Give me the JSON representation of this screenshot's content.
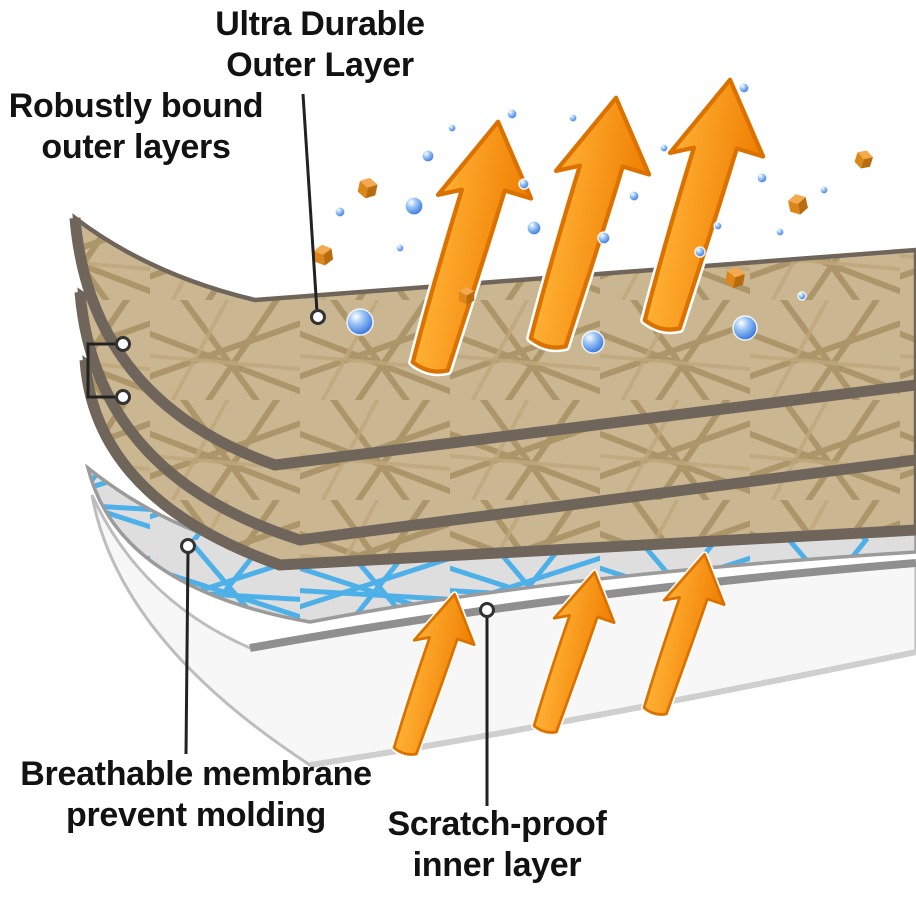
{
  "diagram": {
    "subject": "layered-fabric-cross-section",
    "background": "#ffffff"
  },
  "labels": {
    "outer_layer": "Ultra Durable\nOuter Layer",
    "bound_layers": "Robustly bound\nouter layers",
    "membrane": "Breathable membrane\nprevent molding",
    "inner_layer": "Scratch-proof\ninner layer"
  },
  "palette": {
    "fabric_tan": "#cbb692",
    "fabric_weave_dark": "#a88f63",
    "fabric_weave_light": "#bfa87c",
    "sheet_edge": "#6f655a",
    "membrane_base": "#dedede",
    "membrane_blue": "#45aee9",
    "inner_layer_white": "#f7f7f7",
    "inner_layer_edge": "#8f8f8f",
    "arrow_orange": "#f7941d",
    "arrow_orange_dark": "#db7200",
    "droplet_blue": "#2668d9",
    "dirt_cube_orange": "#dd861a",
    "callout_line": "#222222",
    "text": "#121212"
  },
  "decorations": {
    "vapor_arrows_up": 3,
    "airflow_arrows_bottom": 3,
    "water_droplets": 22,
    "dirt_particles": 6
  }
}
